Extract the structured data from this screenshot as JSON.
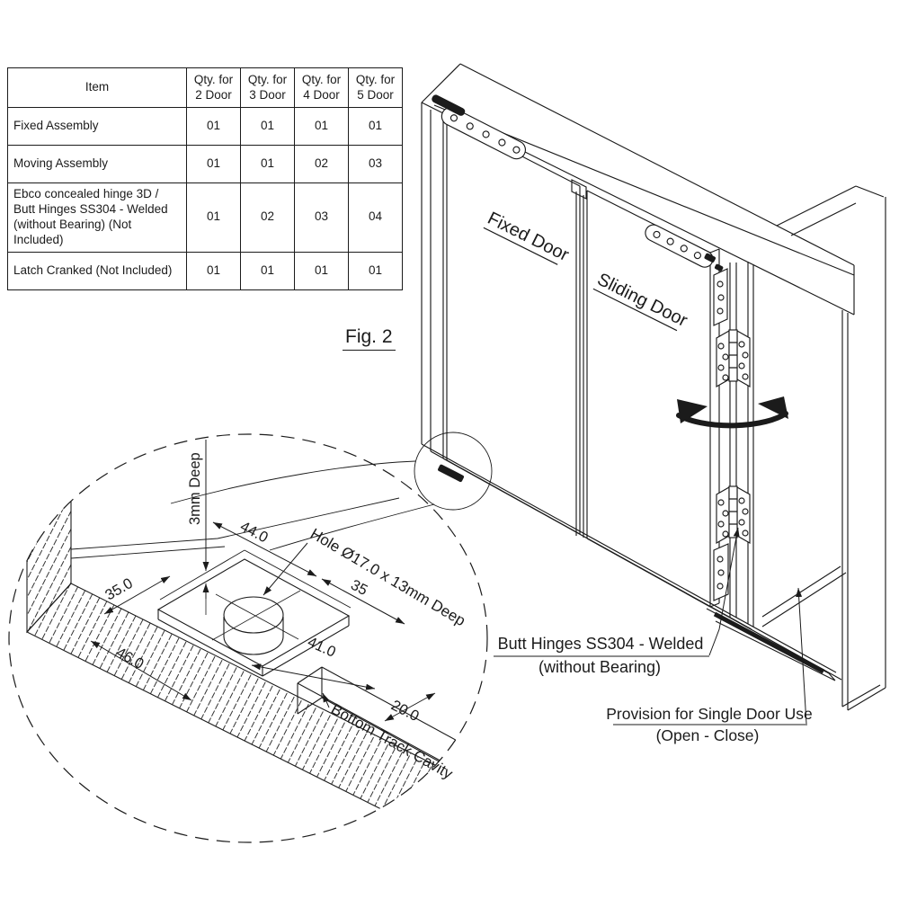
{
  "figure_label": "Fig. 2",
  "table": {
    "item_header": "Item",
    "qty_prefix": "Qty. for",
    "qty_columns": [
      "2 Door",
      "3 Door",
      "4 Door",
      "5 Door"
    ],
    "rows": [
      {
        "item": "Fixed Assembly",
        "qty": [
          "01",
          "01",
          "01",
          "01"
        ]
      },
      {
        "item": "Moving Assembly",
        "qty": [
          "01",
          "01",
          "02",
          "03"
        ]
      },
      {
        "item": "Ebco concealed hinge 3D / Butt Hinges SS304 - Welded (without Bearing) (Not Included)",
        "qty": [
          "01",
          "02",
          "03",
          "04"
        ]
      },
      {
        "item": "Latch Cranked  (Not Included)",
        "qty": [
          "01",
          "01",
          "01",
          "01"
        ]
      }
    ]
  },
  "diagram": {
    "labels": {
      "fixed_door": "Fixed Door",
      "sliding_door": "Sliding Door",
      "butt_hinges_1": "Butt Hinges SS304 - Welded",
      "butt_hinges_2": "(without Bearing)",
      "provision_1": "Provision for Single Door Use",
      "provision_2": "(Open - Close)"
    },
    "detail": {
      "deep_3mm": "3mm Deep",
      "dim_44": "44.0",
      "dim_35_left": "35.0",
      "dim_46": "46.0",
      "dim_41": "41.0",
      "dim_35_right": "35",
      "dim_20": "20.0",
      "hole_label": "Hole Ø17.0 x 13mm Deep",
      "cavity_label": "Bottom Track Cavity"
    }
  },
  "colors": {
    "ink": "#1b1b1b",
    "background": "#ffffff"
  }
}
